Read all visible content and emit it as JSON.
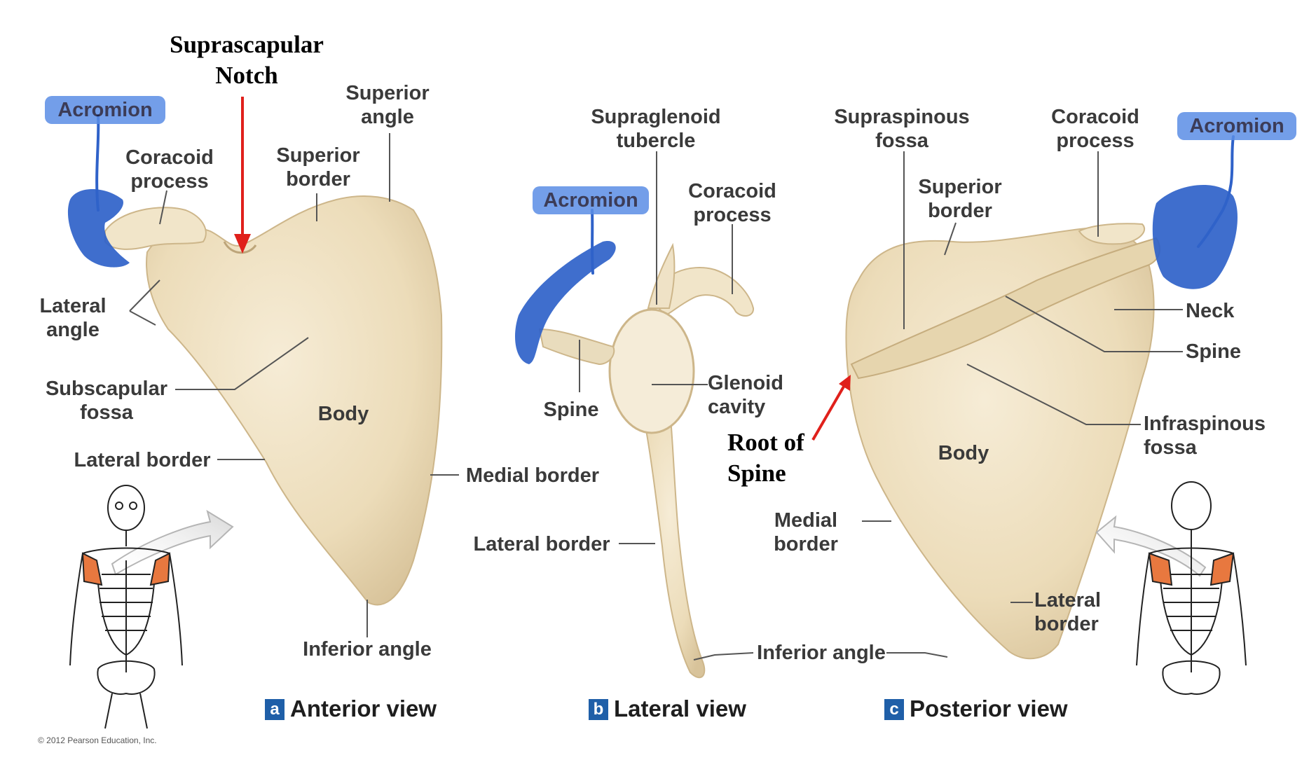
{
  "labels": {
    "a_acromion": "Acromion",
    "a_coracoid": "Coracoid\nprocess",
    "a_superior_border": "Superior\nborder",
    "a_superior_angle": "Superior\nangle",
    "a_lateral_angle": "Lateral\nangle",
    "a_subscapular_fossa": "Subscapular\nfossa",
    "a_body": "Body",
    "a_lateral_border": "Lateral border",
    "a_medial_border": "Medial border",
    "a_inferior_angle": "Inferior angle",
    "b_supraglenoid": "Supraglenoid\ntubercle",
    "b_acromion": "Acromion",
    "b_coracoid": "Coracoid\nprocess",
    "b_spine": "Spine",
    "b_glenoid": "Glenoid\ncavity",
    "b_lateral_border": "Lateral border",
    "c_supraspinous": "Supraspinous\nfossa",
    "c_coracoid": "Coracoid\nprocess",
    "c_acromion": "Acromion",
    "c_superior_border": "Superior\nborder",
    "c_neck": "Neck",
    "c_spine": "Spine",
    "c_infraspinous": "Infraspinous\nfossa",
    "c_body": "Body",
    "c_medial_border": "Medial\nborder",
    "c_lateral_border": "Lateral\nborder",
    "c_inferior_angle": "Inferior angle"
  },
  "annotations": {
    "suprascapular_notch": "Suprascapular\nNotch",
    "root_of_spine": "Root of\nSpine"
  },
  "captions": {
    "a_letter": "a",
    "a_text": "Anterior view",
    "b_letter": "b",
    "b_text": "Lateral view",
    "c_letter": "c",
    "c_text": "Posterior view"
  },
  "copyright": "© 2012 Pearson Education, Inc.",
  "colors": {
    "bone": "#efe2c6",
    "bone_shadow": "#d9c7a1",
    "highlight": "#5b8ee6",
    "acromion_fill": "#2f62c9",
    "red_arrow": "#e0201b",
    "leader_line": "#555555",
    "scapula_highlight": "#e8783f",
    "caption_badge": "#1f5fa8"
  }
}
